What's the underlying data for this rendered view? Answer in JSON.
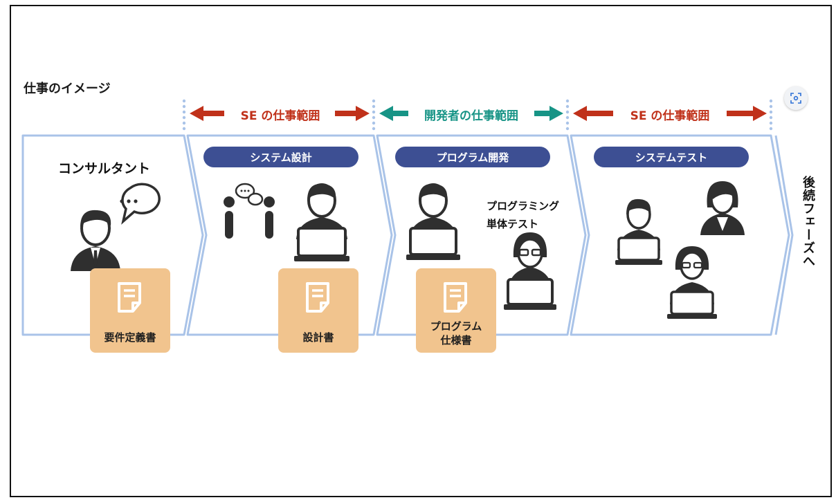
{
  "title": "仕事のイメージ",
  "scope_labels": {
    "left": "SE の仕事範囲",
    "middle": "開発者の仕事範囲",
    "right": "SE の仕事範囲"
  },
  "phases": {
    "consultant": "コンサルタント",
    "system_design": "システム設計",
    "program_dev": "プログラム開発",
    "system_test": "システムテスト"
  },
  "documents": {
    "requirements": "要件定義書",
    "design": "設計書",
    "program_spec_1": "プログラム",
    "program_spec_2": "仕様書"
  },
  "notes": {
    "programming_1": "プログラミング",
    "programming_2": "単体テスト"
  },
  "next_phase": "後続フェーズへ",
  "icons": [
    "zoom-lens-icon",
    "person-icon",
    "speech-bubble-icon",
    "document-icon",
    "laptop-icon",
    "chat-icon"
  ],
  "colors": {
    "se_arrow": "#c0311a",
    "dev_arrow": "#179486",
    "pill": "#3d4f93",
    "document": "#f1c48e",
    "band_outline": "#a9c3e8",
    "person": "#2f2f2f"
  }
}
